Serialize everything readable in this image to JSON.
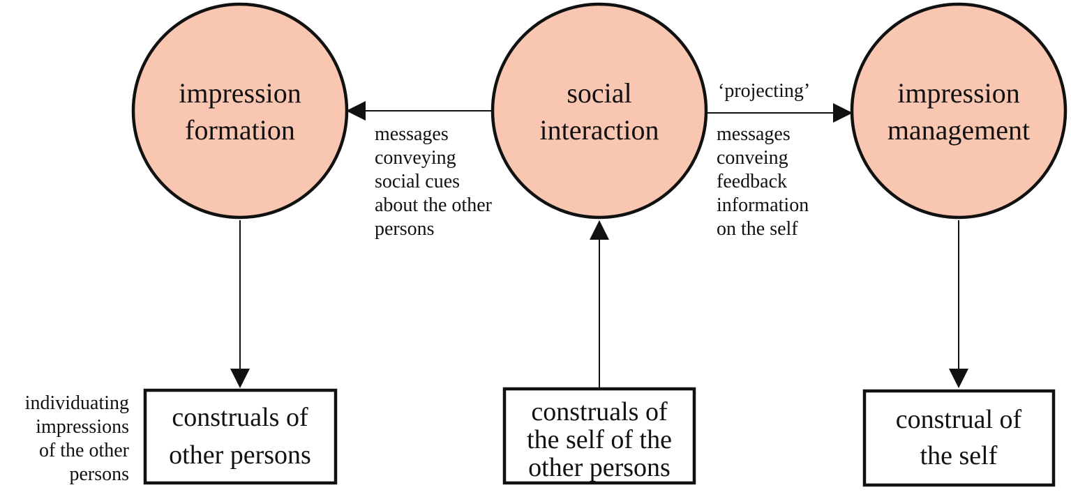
{
  "colors": {
    "circle_fill": "#f9c6b1",
    "stroke": "#111111",
    "text": "#111111"
  },
  "nodes": {
    "impression_formation": {
      "line1": "impression",
      "line2": "formation"
    },
    "social_interaction": {
      "line1": "social",
      "line2": "interaction"
    },
    "impression_management": {
      "line1": "impression",
      "line2": "management"
    }
  },
  "boxes": {
    "other_persons": {
      "line1": "construals of",
      "line2": "other persons"
    },
    "self_of_others": {
      "line1": "construals of",
      "line2": "the self of the",
      "line3": "other persons"
    },
    "self": {
      "line1": "construal of",
      "line2": "the self"
    }
  },
  "labels": {
    "social_cues": [
      "messages",
      "conveying",
      "social cues",
      "about the other",
      "persons"
    ],
    "projecting": "‘projecting’",
    "feedback": [
      "messages",
      "conveing",
      "feedback",
      "information",
      "on the self"
    ],
    "individuating": [
      "individuating",
      "impressions",
      "of the other",
      "persons"
    ]
  }
}
